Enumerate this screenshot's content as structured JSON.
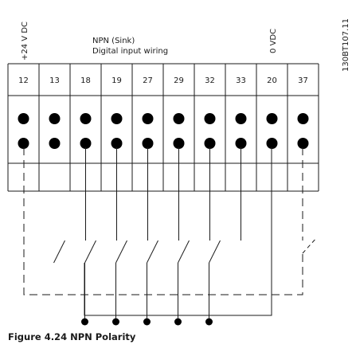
{
  "labels": {
    "plus24": "+24 V DC",
    "title_line1": "NPN (Sink)",
    "title_line2": "Digital input wiring",
    "zero_vdc": "0 VDC",
    "code": "130BT107.11"
  },
  "terminals": [
    "12",
    "13",
    "18",
    "19",
    "27",
    "29",
    "32",
    "33",
    "20",
    "37"
  ],
  "caption": "Figure 4.24 NPN Polarity"
}
